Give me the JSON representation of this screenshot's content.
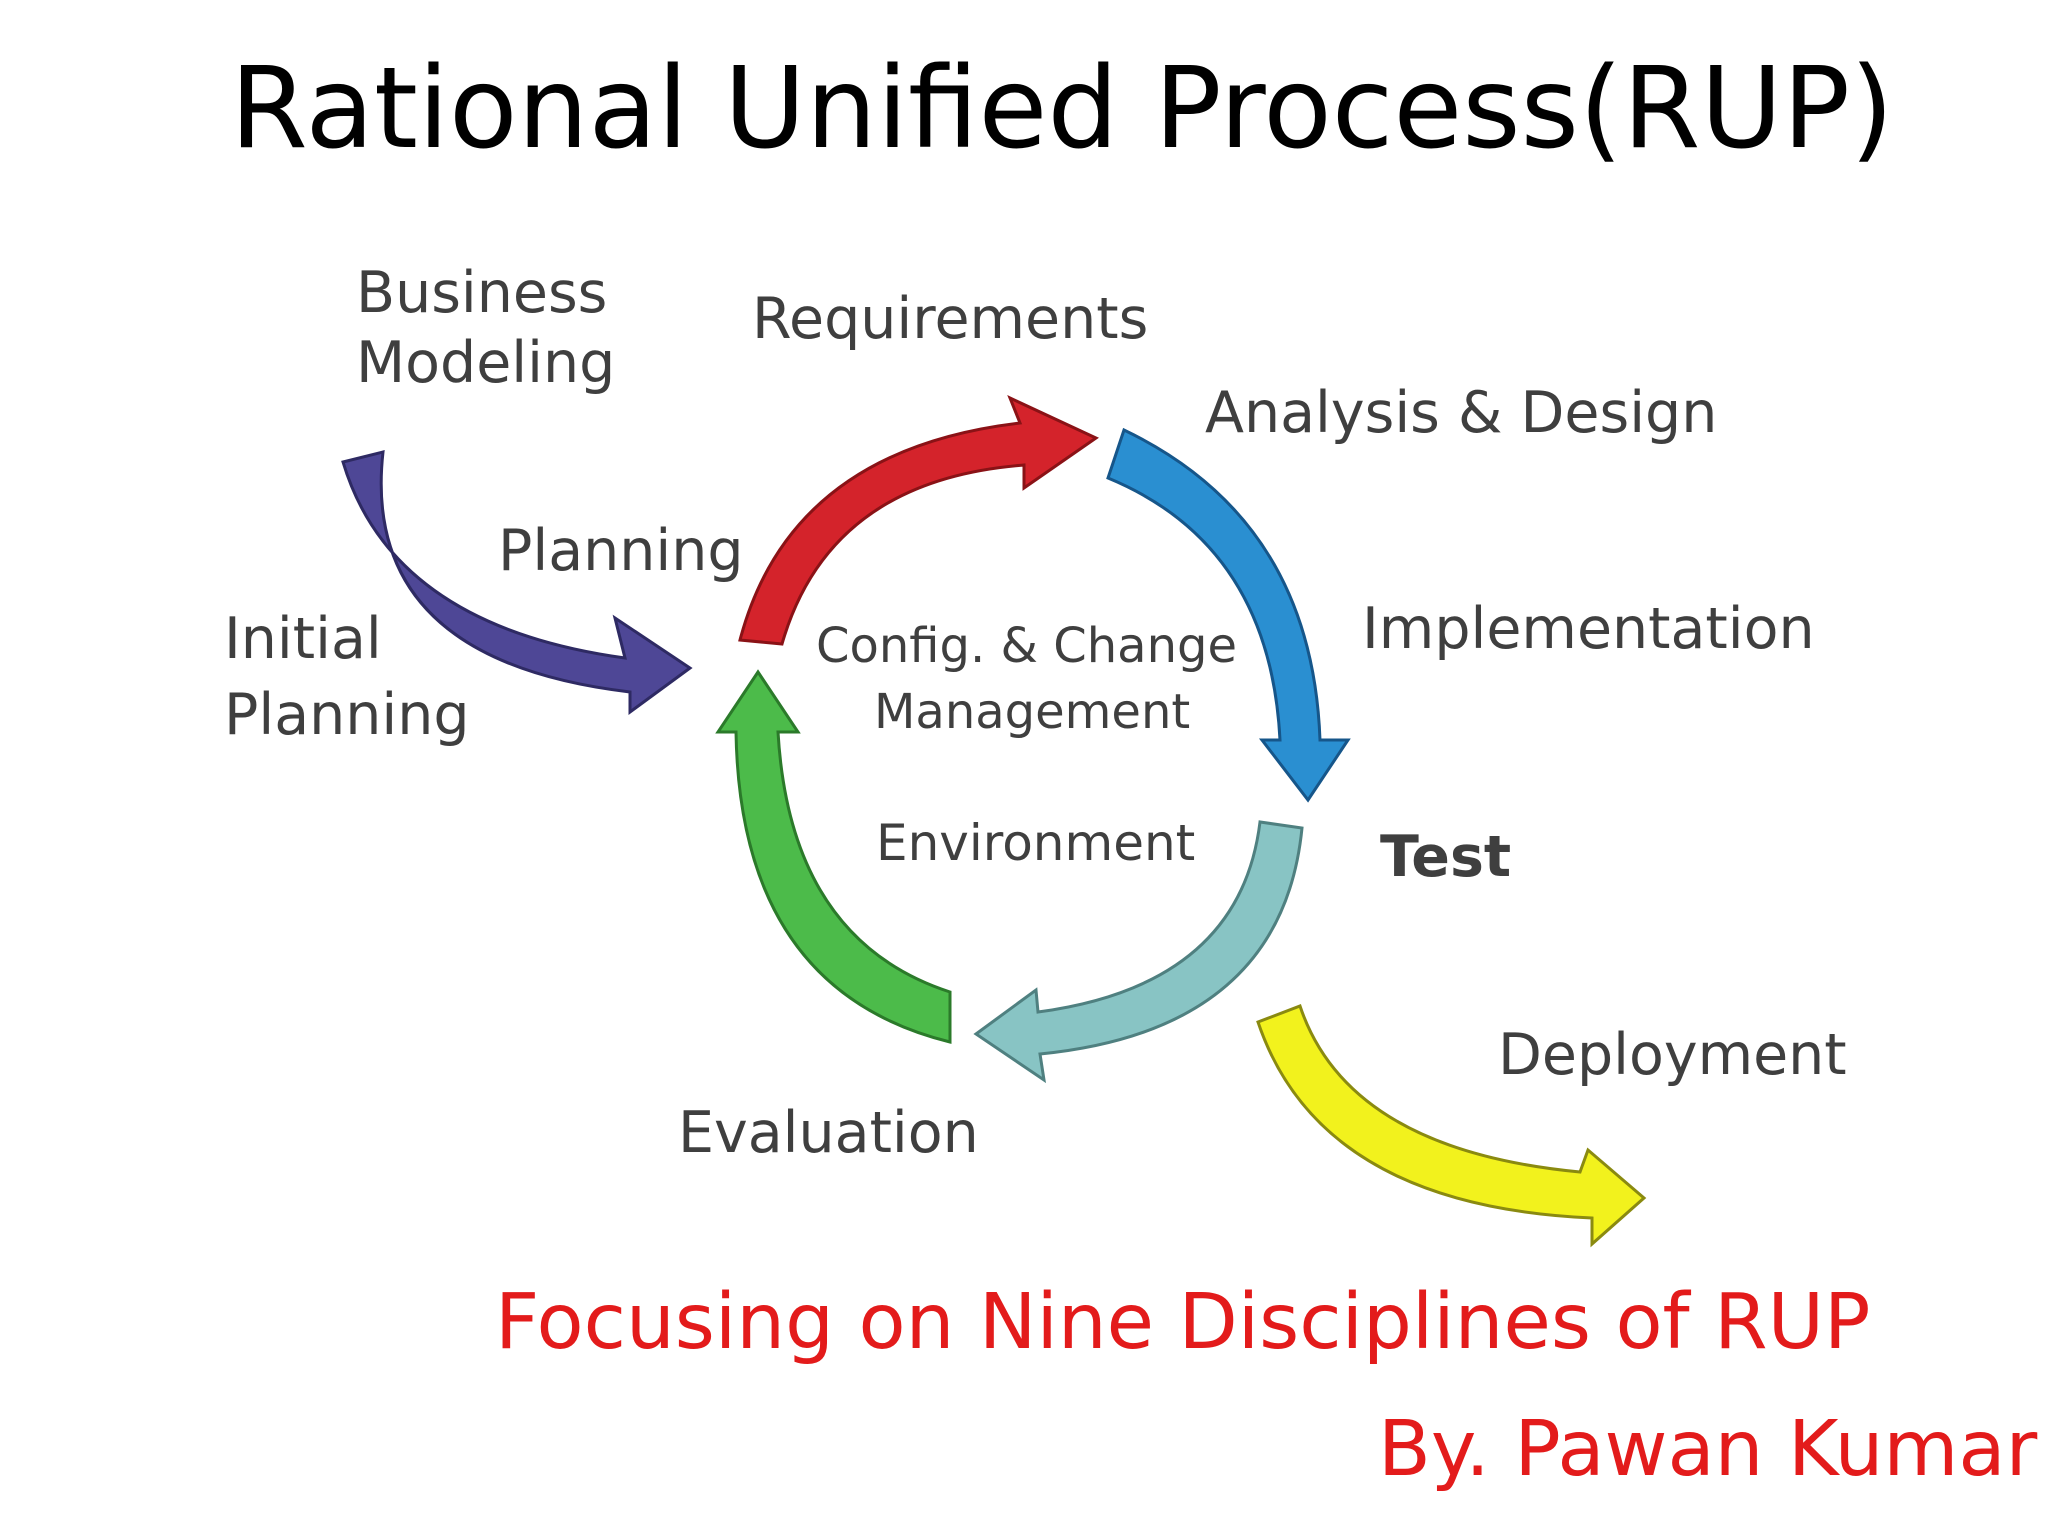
{
  "slide": {
    "title": "Rational Unified Process(RUP)",
    "subtitle": "Focusing on Nine Disciplines of RUP",
    "byline": "By. Pawan Kumar"
  },
  "diagram": {
    "labels": {
      "business_modeling_line1": "Business",
      "business_modeling_line2": "Modeling",
      "requirements": "Requirements",
      "analysis_design": "Analysis & Design",
      "planning": "Planning",
      "initial_planning_line1": "Initial",
      "initial_planning_line2": "Planning",
      "config_line1": "Config. & Change",
      "config_line2": "Management",
      "implementation": "Implementation",
      "environment": "Environment",
      "test": "Test",
      "deployment": "Deployment",
      "evaluation": "Evaluation"
    },
    "arrows": [
      {
        "name": "initial-planning-arrow",
        "color": "#4e4796"
      },
      {
        "name": "requirements-arrow",
        "color": "#d4232b"
      },
      {
        "name": "analysis-design-arrow",
        "color": "#2a8fd1"
      },
      {
        "name": "test-arrow",
        "color": "#88c4c4"
      },
      {
        "name": "evaluation-arrow",
        "color": "#4cbb4a"
      },
      {
        "name": "deployment-arrow",
        "color": "#f2f21d"
      }
    ]
  }
}
